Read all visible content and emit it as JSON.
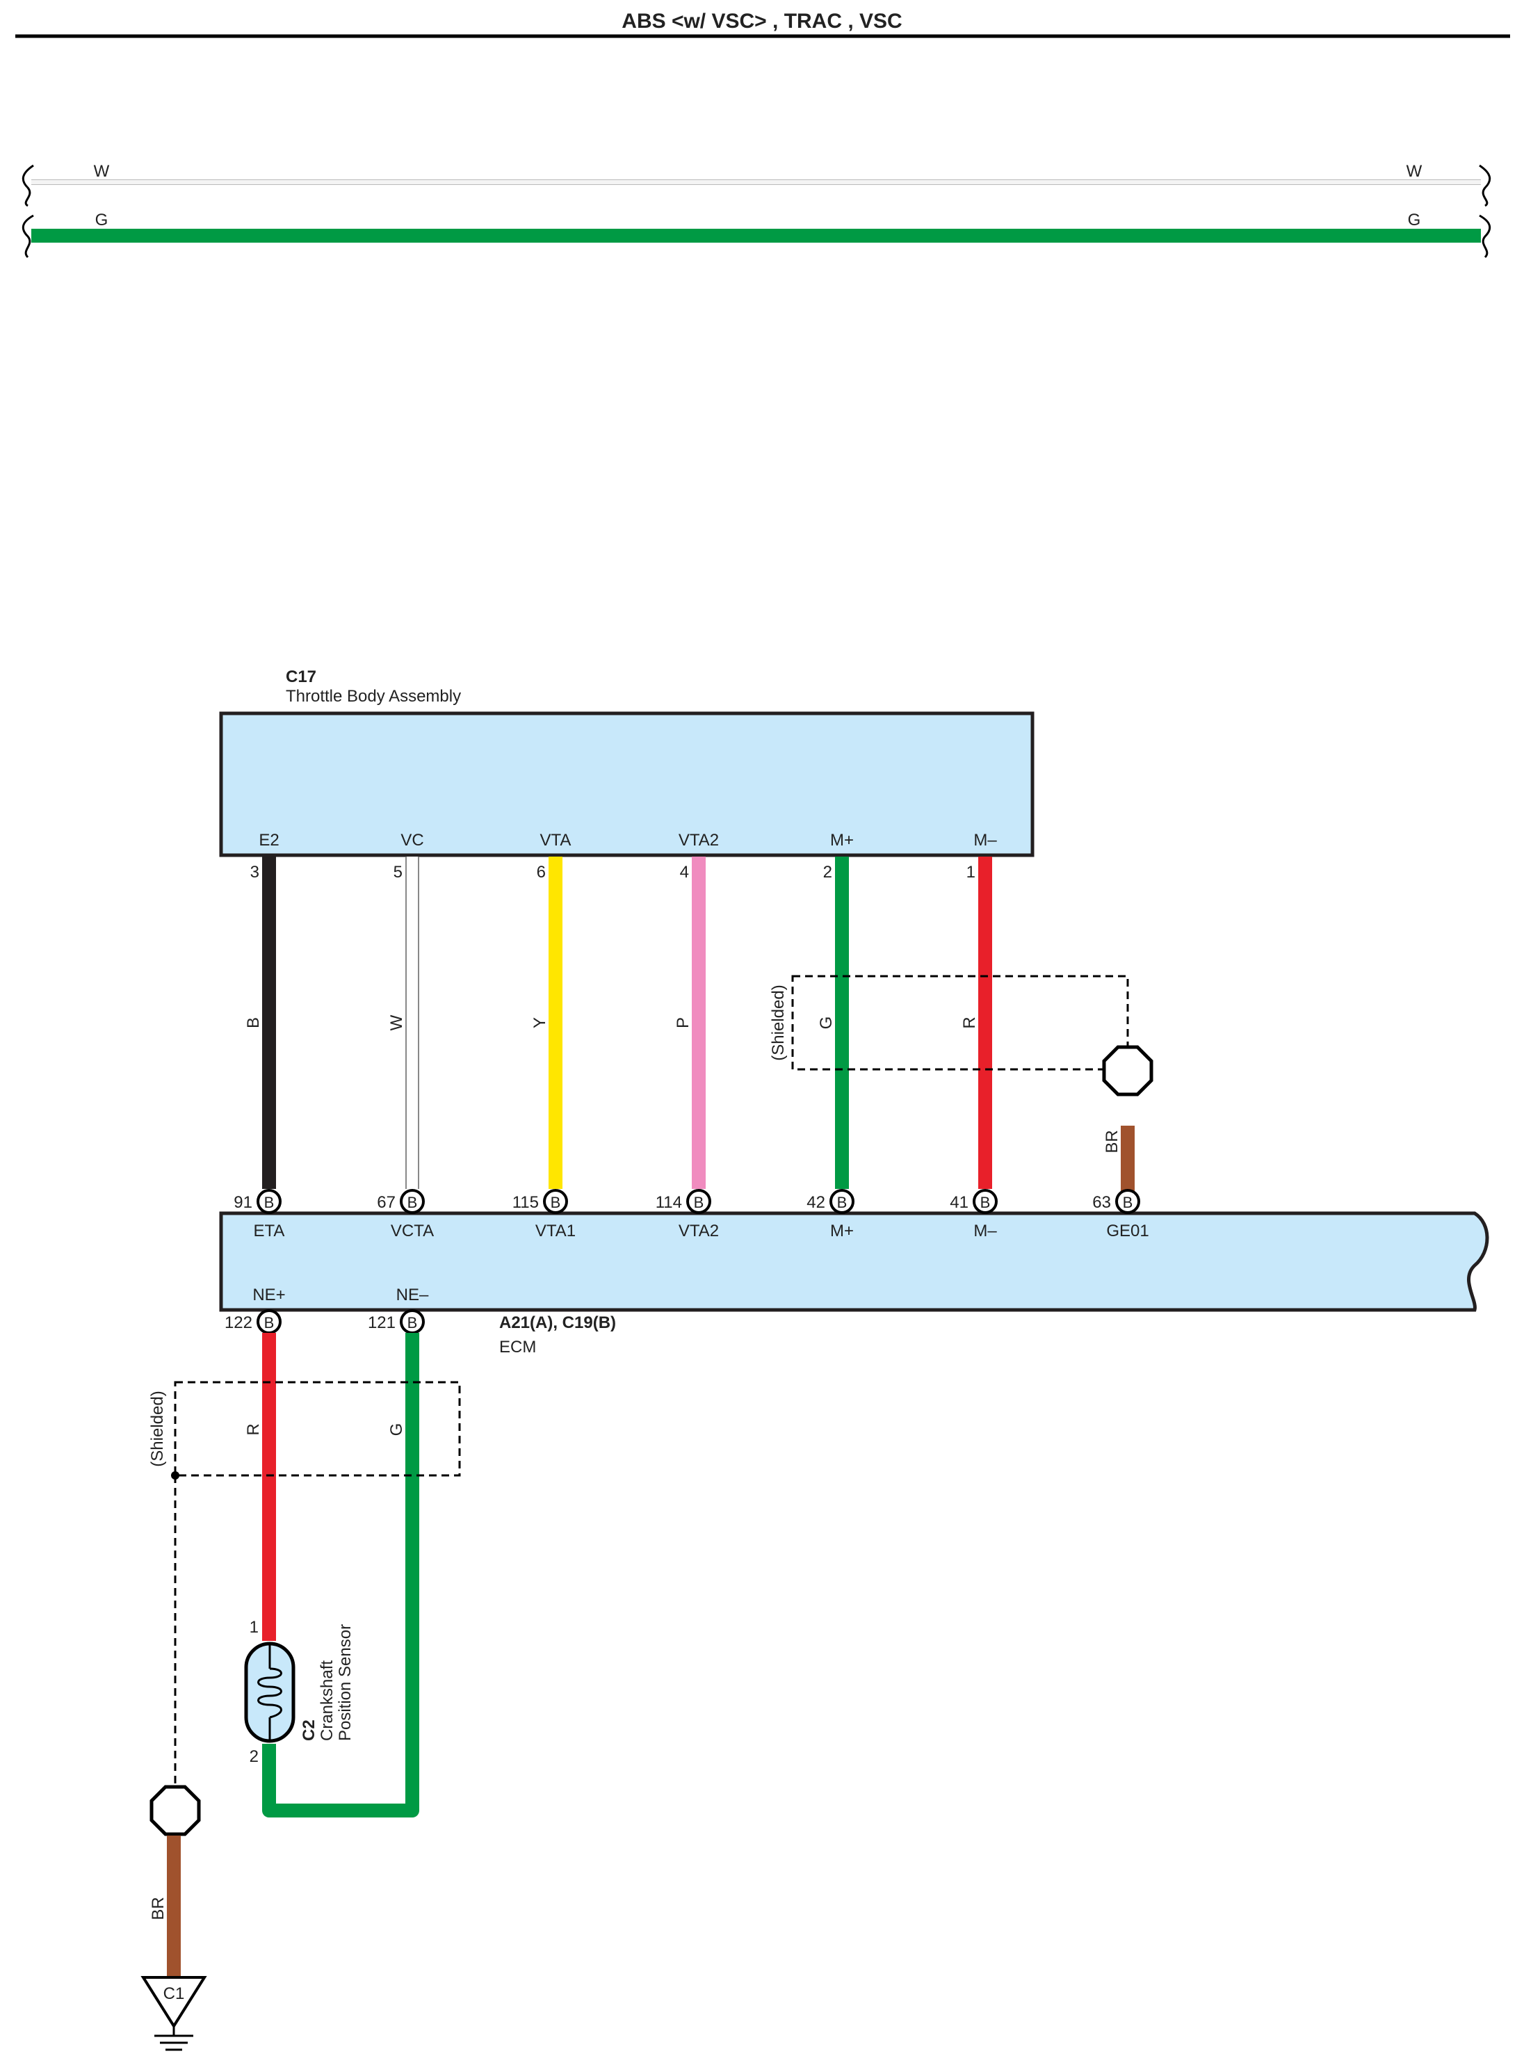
{
  "header": {
    "title": "ABS <w/ VSC> , TRAC , VSC"
  },
  "bus": {
    "wire_w": {
      "left_label": "W",
      "right_label": "W",
      "color": "#e8e8e8"
    },
    "wire_g": {
      "left_label": "G",
      "right_label": "G",
      "color": "#009a44"
    }
  },
  "throttle_body": {
    "code": "C17",
    "name": "Throttle Body Assembly",
    "fill": "#c8e8fa",
    "pins": [
      {
        "name": "E2",
        "pin": "3"
      },
      {
        "name": "VC",
        "pin": "5"
      },
      {
        "name": "VTA",
        "pin": "6"
      },
      {
        "name": "VTA2",
        "pin": "4"
      },
      {
        "name": "M+",
        "pin": "2"
      },
      {
        "name": "M–",
        "pin": "1"
      }
    ]
  },
  "wires_top": [
    {
      "color_code": "B",
      "color": "#231f20"
    },
    {
      "color_code": "W",
      "color": "#ffffff"
    },
    {
      "color_code": "Y",
      "color": "#ffe600"
    },
    {
      "color_code": "P",
      "color": "#f08cbf"
    },
    {
      "color_code": "G",
      "color": "#009a44"
    },
    {
      "color_code": "R",
      "color": "#e8202a"
    }
  ],
  "shield_top": {
    "label": "(Shielded)",
    "ground_wire": "BR",
    "ground_color": "#a0522d"
  },
  "ecm": {
    "code": "A21(A), C19(B)",
    "name": "ECM",
    "fill": "#c8e8fa",
    "connector_letter": "B",
    "top_pins": [
      {
        "num": "91",
        "name": "ETA"
      },
      {
        "num": "67",
        "name": "VCTA"
      },
      {
        "num": "115",
        "name": "VTA1"
      },
      {
        "num": "114",
        "name": "VTA2"
      },
      {
        "num": "42",
        "name": "M+"
      },
      {
        "num": "41",
        "name": "M–"
      },
      {
        "num": "63",
        "name": "GE01"
      }
    ],
    "bottom_pins": [
      {
        "num": "122",
        "name": "NE+"
      },
      {
        "num": "121",
        "name": "NE–"
      }
    ]
  },
  "shield_bottom": {
    "label": "(Shielded)",
    "wire_r": "R",
    "wire_g": "G",
    "ground_wire": "BR"
  },
  "crank_sensor": {
    "code": "C2",
    "line1": "Crankshaft",
    "line2": "Position Sensor",
    "pin1": "1",
    "pin2": "2"
  },
  "ground": {
    "label": "C1"
  }
}
